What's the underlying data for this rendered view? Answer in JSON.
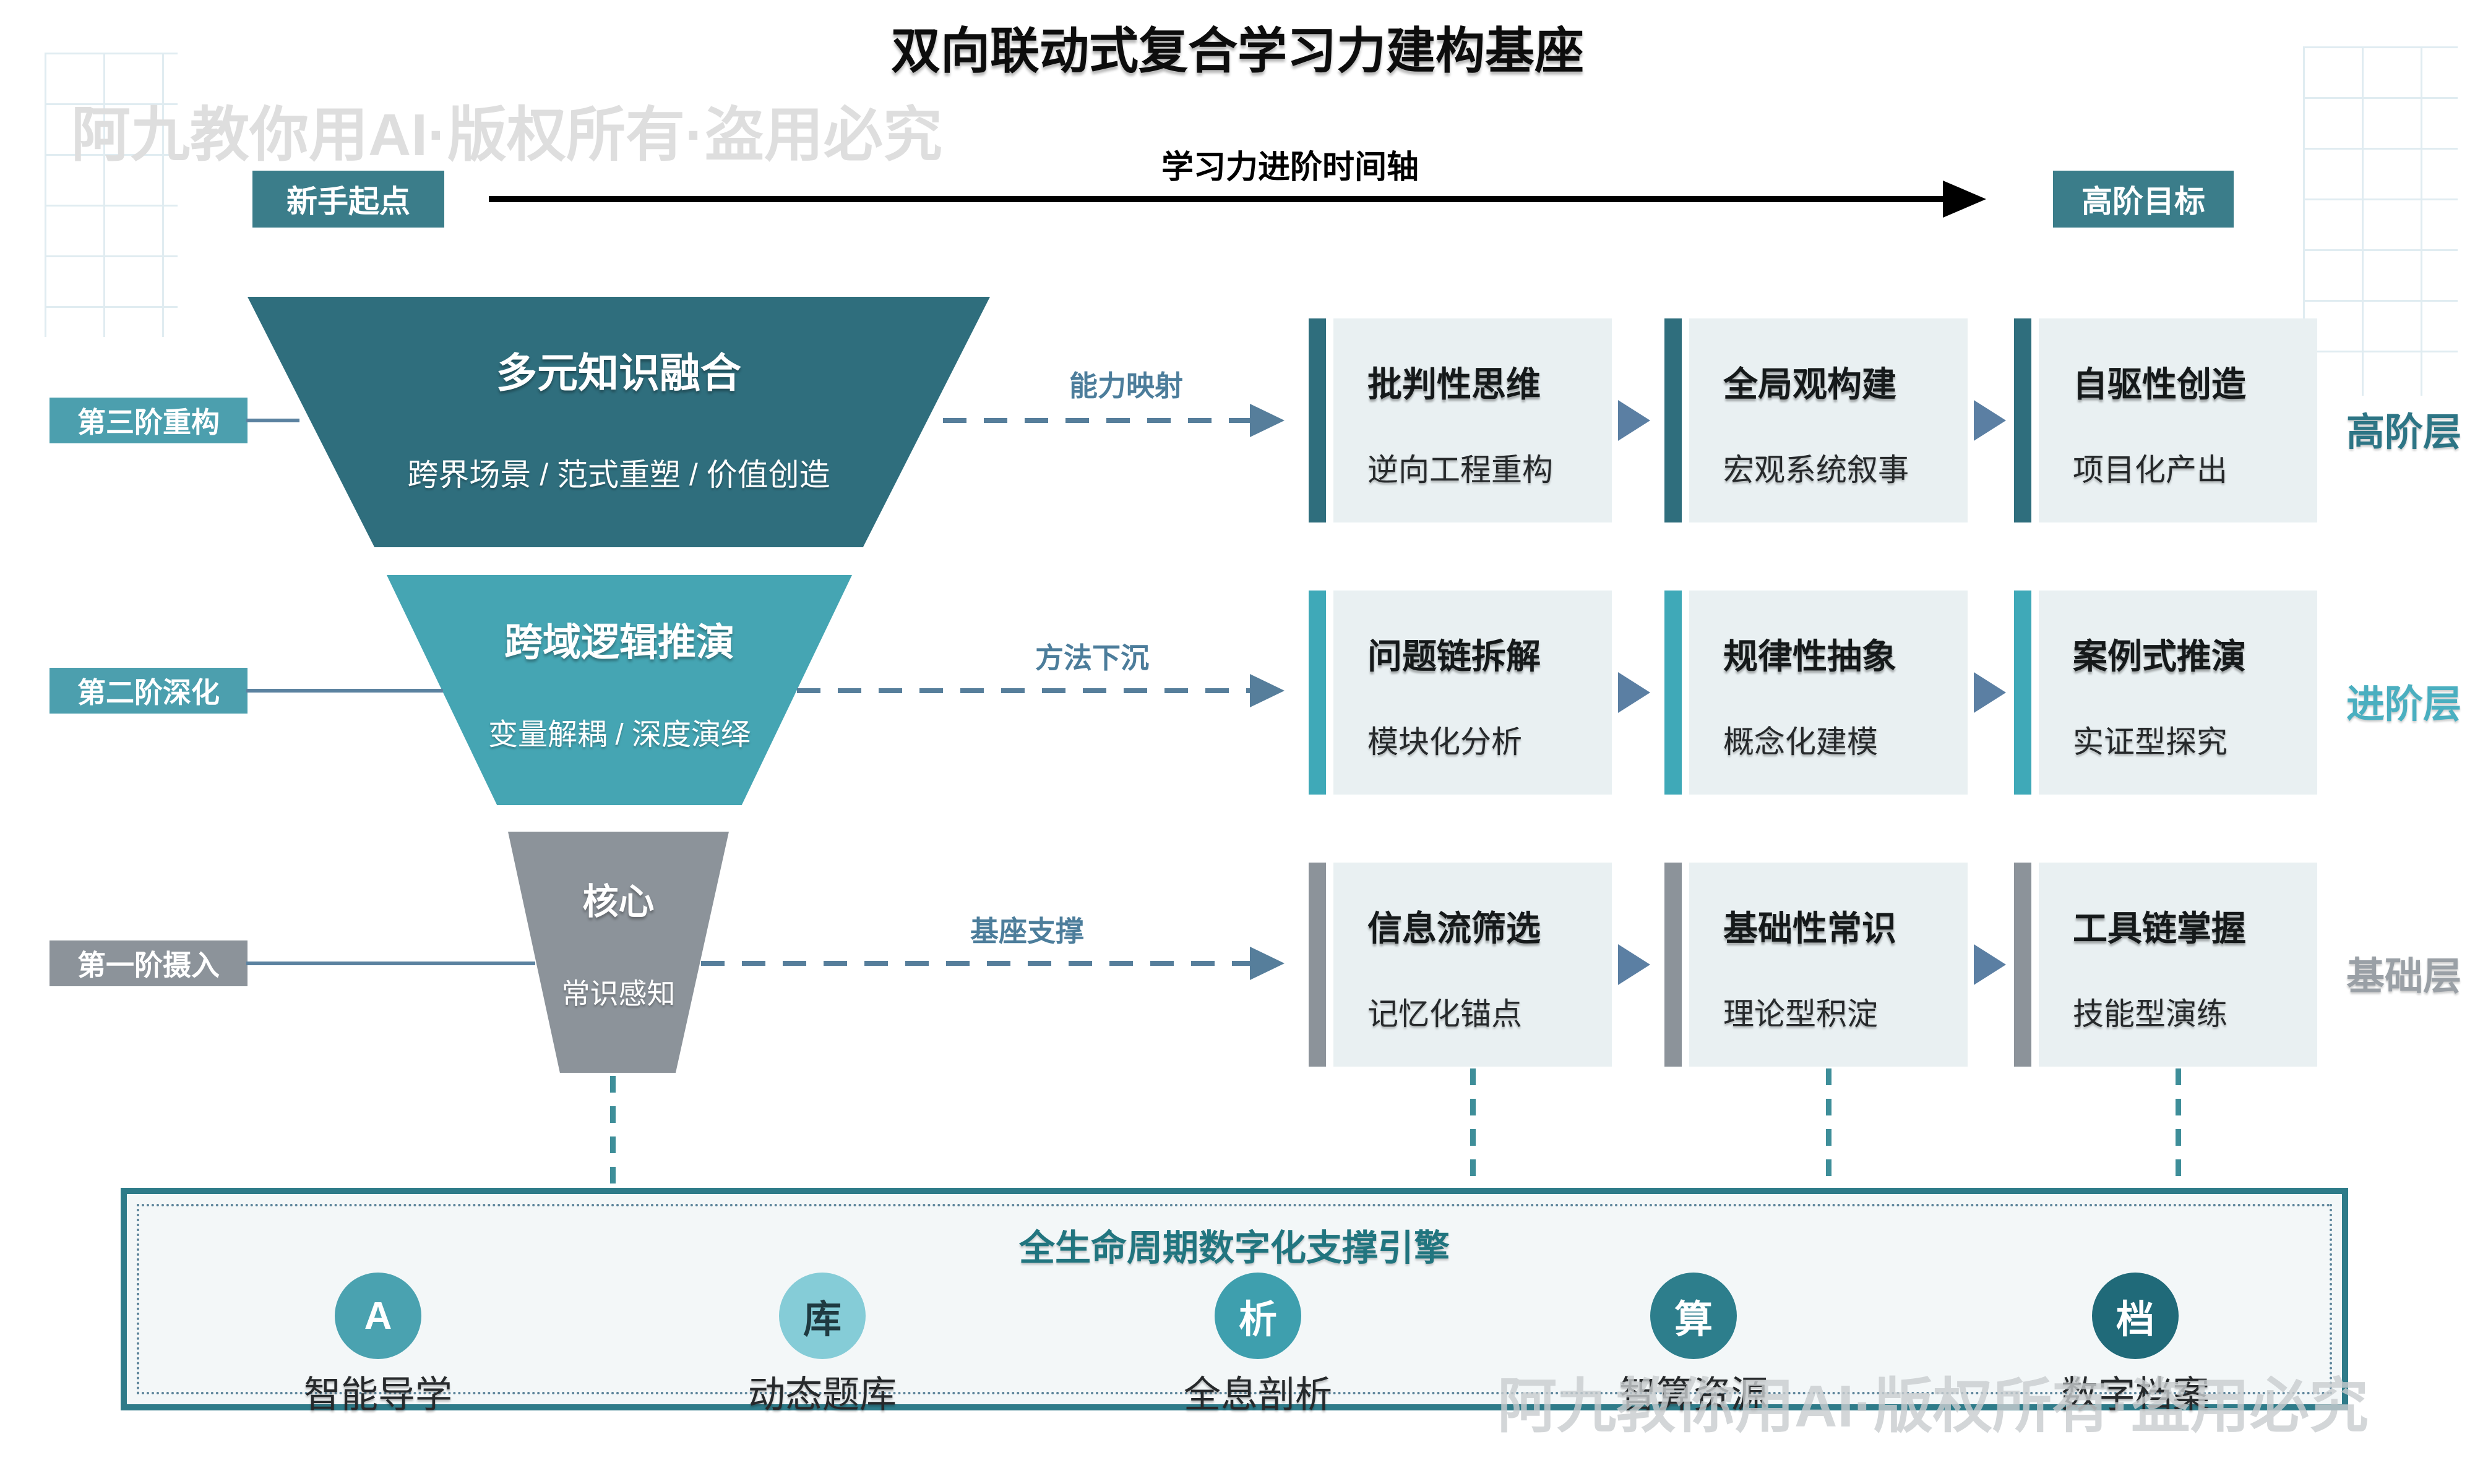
{
  "header": {
    "title": "双向联动式复合学习力建构基座",
    "watermark": "阿九教你用AI·版权所有·盗用必究"
  },
  "timeline": {
    "label": "学习力进阶时间轴",
    "start_badge": "新手起点",
    "end_badge": "高阶目标",
    "badge_color": "#3b7d8a",
    "arrow_color": "#000000"
  },
  "funnel": {
    "stages": [
      {
        "title": "多元知识融合",
        "subtitle": "跨界场景 / 范式重塑 / 价值创造",
        "color": "#2f6e7d"
      },
      {
        "title": "跨域逻辑推演",
        "subtitle": "变量解耦 / 深度演绎",
        "color": "#45a5b3"
      },
      {
        "title": "核心",
        "subtitle": "常识感知",
        "color": "#8c939a"
      }
    ],
    "stage_labels": [
      {
        "label": "第三阶重构",
        "color": "#4c9fae"
      },
      {
        "label": "第二阶深化",
        "color": "#4c9fae"
      },
      {
        "label": "第一阶摄入",
        "color": "#8c939a"
      }
    ]
  },
  "flow_arrows": [
    {
      "label": "能力映射"
    },
    {
      "label": "方法下沉"
    },
    {
      "label": "基座支撑"
    }
  ],
  "matrix": {
    "rows": [
      {
        "tier": "高阶层",
        "tier_color": "#2d7585",
        "accent": "#2f6e7d",
        "cards": [
          {
            "title": "批判性思维",
            "subtitle": "逆向工程重构"
          },
          {
            "title": "全局观构建",
            "subtitle": "宏观系统叙事"
          },
          {
            "title": "自驱性创造",
            "subtitle": "项目化产出"
          }
        ]
      },
      {
        "tier": "进阶层",
        "tier_color": "#4aafc0",
        "accent": "#3fa9b8",
        "cards": [
          {
            "title": "问题链拆解",
            "subtitle": "模块化分析"
          },
          {
            "title": "规律性抽象",
            "subtitle": "概念化建模"
          },
          {
            "title": "案例式推演",
            "subtitle": "实证型探究"
          }
        ]
      },
      {
        "tier": "基础层",
        "tier_color": "#9aa0a6",
        "accent": "#8c939a",
        "cards": [
          {
            "title": "信息流筛选",
            "subtitle": "记忆化锚点"
          },
          {
            "title": "基础性常识",
            "subtitle": "理论型积淀"
          },
          {
            "title": "工具链掌握",
            "subtitle": "技能型演练"
          }
        ]
      }
    ]
  },
  "engine": {
    "title": "全生命周期数字化支撑引擎",
    "border_color": "#2e7b89",
    "items": [
      {
        "glyph": "A",
        "label": "智能导学",
        "color": "#4aa2b0",
        "glyph_color": "#ffffff"
      },
      {
        "glyph": "库",
        "label": "动态题库",
        "color": "#85ccd7",
        "glyph_color": "#1f3a41"
      },
      {
        "glyph": "析",
        "label": "全息剖析",
        "color": "#3e9fae",
        "glyph_color": "#ffffff"
      },
      {
        "glyph": "算",
        "label": "智算资源",
        "color": "#2d7e8c",
        "glyph_color": "#ffffff"
      },
      {
        "glyph": "档",
        "label": "数字档案",
        "color": "#206a79",
        "glyph_color": "#ffffff"
      }
    ]
  },
  "colors": {
    "card_bg": "#e9f0f2",
    "dashed_arrow": "#567e9b",
    "connector": "#5b82a0",
    "vertical_dash": "#3e8e99",
    "watermark": "#dedede"
  }
}
